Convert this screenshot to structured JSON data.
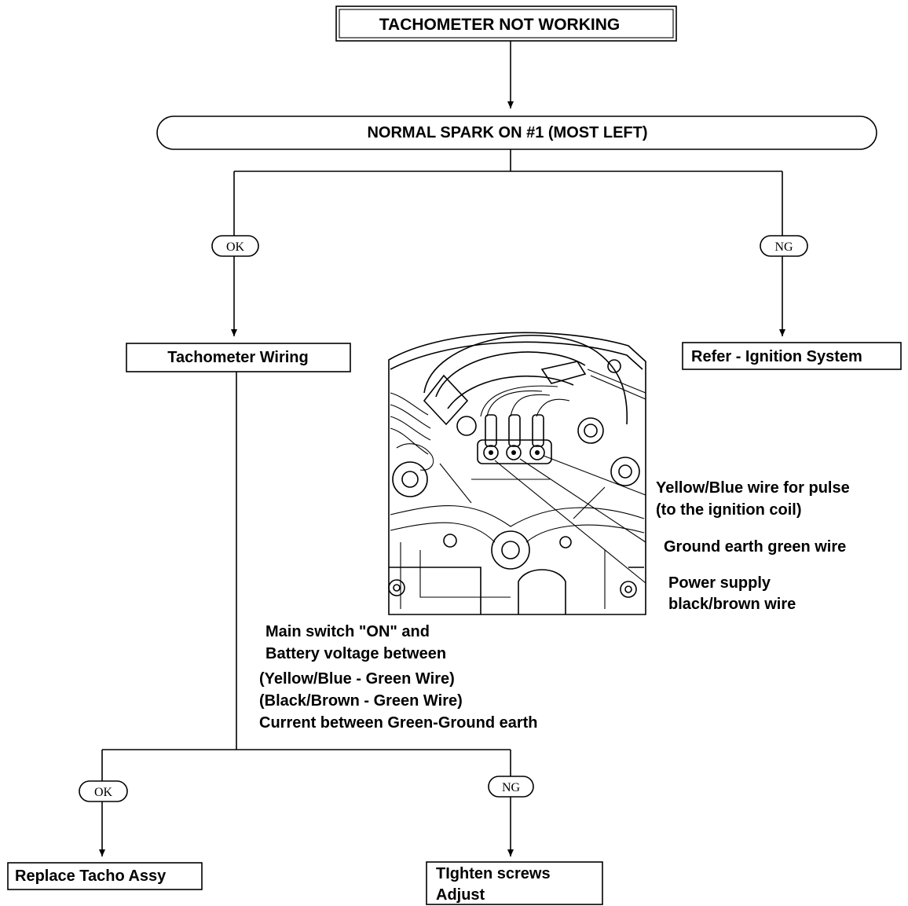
{
  "nodes": {
    "start": "TACHOMETER NOT WORKING",
    "spark_check": "NORMAL SPARK ON #1  (MOST LEFT)",
    "tacho_wiring": "Tachometer Wiring",
    "refer_ignition": "Refer - Ignition System",
    "replace": "Replace Tacho Assy",
    "tighten_line1": "TIghten screws",
    "tighten_line2": "Adjust"
  },
  "branches": {
    "spark_ok": "OK",
    "spark_ng": "NG",
    "wiring_ok": "OK",
    "wiring_ng": "NG"
  },
  "check_instructions": [
    "Main switch \"ON\" and",
    "Battery  voltage between",
    "(Yellow/Blue - Green Wire)",
    "(Black/Brown - Green Wire)",
    "Current between Green-Ground earth"
  ],
  "wire_callouts": {
    "yellow_blue_1": "Yellow/Blue wire for pulse",
    "yellow_blue_2": "(to the ignition coil)",
    "ground": "Ground earth green wire",
    "power_1": "Power supply",
    "power_2": "black/brown wire"
  }
}
